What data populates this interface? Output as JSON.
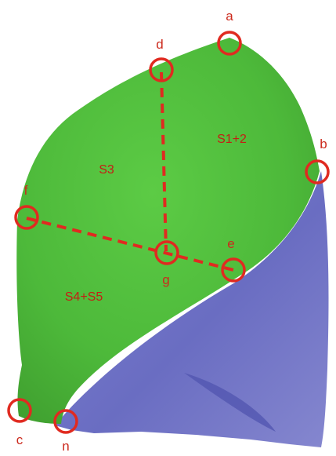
{
  "points": {
    "a": "a",
    "b": "b",
    "c": "c",
    "d": "d",
    "e": "e",
    "f": "f",
    "g": "g",
    "n": "n"
  },
  "segments": {
    "s1_2": "S1+2",
    "s3": "S3",
    "s4_5": "S4+S5"
  },
  "colors": {
    "upper_lobe": "#4fc23a",
    "lower_lobe": "#6f72c4",
    "marker": "#e02a20"
  }
}
